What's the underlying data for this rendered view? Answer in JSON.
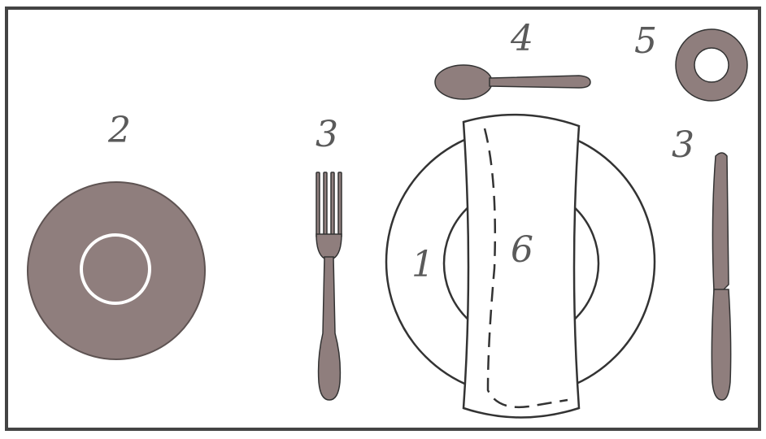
{
  "colors": {
    "item_fill": "#8f7e7d",
    "outline": "#333333",
    "frame": "#444444",
    "paper": "#ffffff"
  },
  "labels": {
    "plate": "1",
    "bread_plate": "2",
    "fork": "3",
    "knife": "3",
    "spoon": "4",
    "glass": "5",
    "napkin": "6"
  }
}
